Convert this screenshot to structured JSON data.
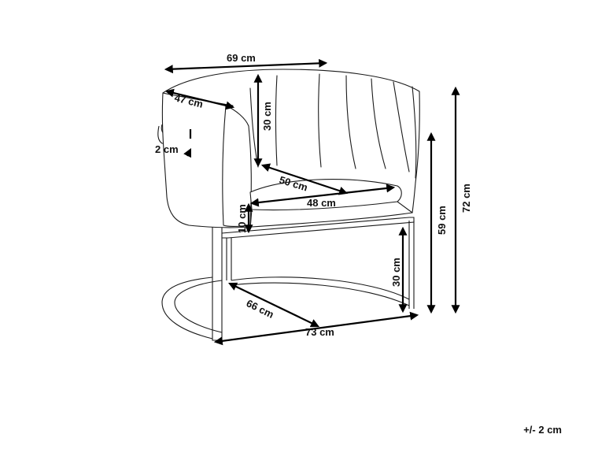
{
  "dimensions": {
    "total_width": "69 cm",
    "seat_depth_inner": "47 cm",
    "backrest_height": "30 cm",
    "armrest_thickness": "2 cm",
    "seat_depth": "50 cm",
    "seat_width": "48 cm",
    "cushion_height": "10 cm",
    "seat_height": "59 cm",
    "total_height": "72 cm",
    "leg_height": "30 cm",
    "base_diagonal": "66 cm",
    "total_depth": "73 cm"
  },
  "tolerance": "+/- 2 cm"
}
